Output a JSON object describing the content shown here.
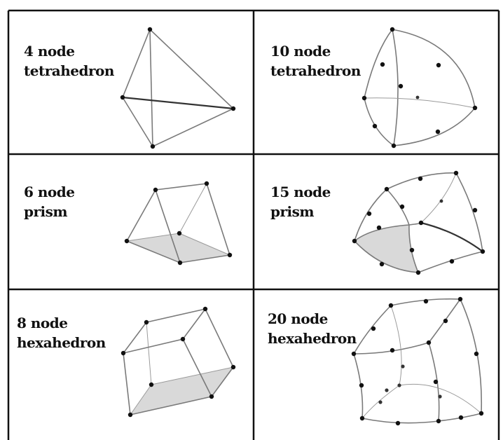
{
  "cells": [
    {
      "id": "tet4",
      "line1": "4 node",
      "line2": "tetrahedron"
    },
    {
      "id": "tet10",
      "line1": "10 node",
      "line2": "tetrahedron"
    },
    {
      "id": "pri6",
      "line1": "6 node",
      "line2": "prism"
    },
    {
      "id": "pri15",
      "line1": "15 node",
      "line2": "prism"
    },
    {
      "id": "hex8",
      "line1": "8 node",
      "line2": "hexahedron"
    },
    {
      "id": "hex20",
      "line1": "20 node",
      "line2": "hexahedron"
    }
  ],
  "colors": {
    "frame": "#111111",
    "edge": "#7a7a7a",
    "face": "#d9d9d9",
    "node": "#111111"
  }
}
